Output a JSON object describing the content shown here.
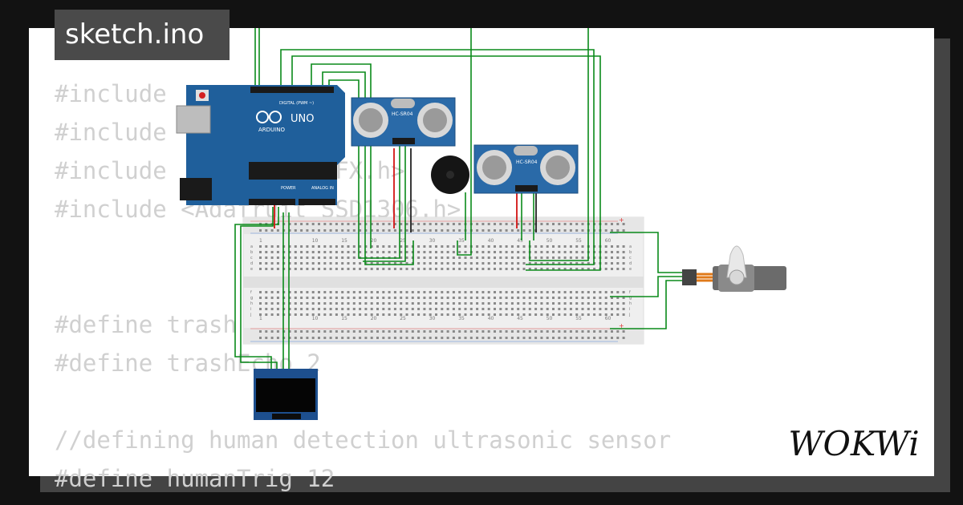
{
  "title": "sketch.ino",
  "code_lines": [
    "#include",
    "#include",
    "#include           GFX.h>",
    "#include <Adafruit_SSD1306.h>",
    "",
    "",
    "#define trash",
    "#define trashEcho 2",
    "",
    "//defining human detection ultrasonic sensor",
    "#define humanTrig 12"
  ],
  "logo_text": "WOKWi",
  "components": {
    "arduino_uno": "UNO",
    "arduino_brand": "ARDUINO",
    "arduino_digital": "DIGITAL (PWM ~)",
    "arduino_power": "POWER",
    "arduino_analog": "ANALOG IN",
    "sensor1_label": "HC-SR04",
    "sensor2_label": "HC-SR04",
    "breadboard_cols": [
      "1",
      "10",
      "15",
      "20",
      "25",
      "30",
      "35",
      "40",
      "45",
      "50",
      "55",
      "60"
    ],
    "breadboard_rows_top": [
      "a",
      "b",
      "c",
      "d",
      "e"
    ],
    "breadboard_rows_bottom": [
      "f",
      "g",
      "h",
      "i",
      "j"
    ]
  },
  "colors": {
    "background": "#121212",
    "card": "#ffffff",
    "code_text": "#d0d0d0",
    "wire_green": "#0a8a1a",
    "arduino_blue": "#1f5f9b",
    "sensor_blue": "#2a6aa8",
    "oled_blue": "#1d4f8e",
    "servo_gray": "#6b6b6b"
  }
}
